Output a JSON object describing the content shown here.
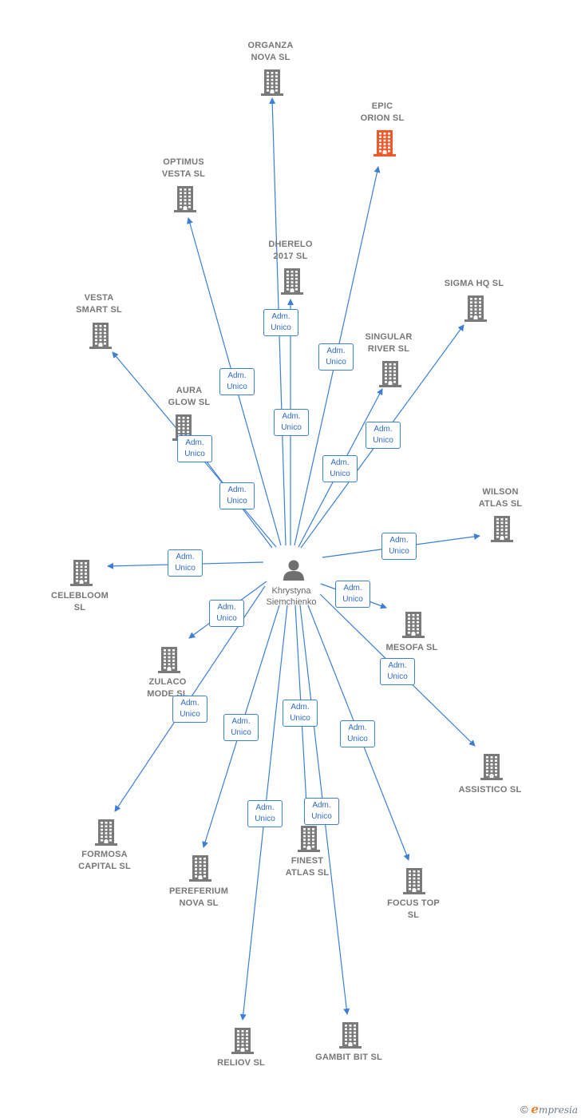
{
  "colors": {
    "edge": "#3b7fd6",
    "building": "#7a7a7a",
    "building_highlight": "#f05a28",
    "person": "#6f6f6f"
  },
  "center": {
    "name": "Khrystyna\nSiemchienko",
    "icon": "person-icon"
  },
  "nodes": [
    {
      "id": "organza",
      "label": "ORGANZA\nNOVA  SL",
      "highlight": false
    },
    {
      "id": "epic",
      "label": "EPIC\nORION  SL",
      "highlight": true
    },
    {
      "id": "optimus",
      "label": "OPTIMUS\nVESTA  SL",
      "highlight": false
    },
    {
      "id": "dherelo",
      "label": "DHERELO\n2017  SL",
      "highlight": false
    },
    {
      "id": "sigma",
      "label": "SIGMA HQ  SL",
      "highlight": false
    },
    {
      "id": "vesta",
      "label": "VESTA\nSMART  SL",
      "highlight": false
    },
    {
      "id": "singular",
      "label": "SINGULAR\nRIVER  SL",
      "highlight": false
    },
    {
      "id": "aura",
      "label": "AURA\nGLOW  SL",
      "highlight": false
    },
    {
      "id": "wilson",
      "label": "WILSON\nATLAS  SL",
      "highlight": false
    },
    {
      "id": "celebloom",
      "label": "CELEBLOOM\nSL",
      "highlight": false
    },
    {
      "id": "mesofa",
      "label": "MESOFA  SL",
      "highlight": false
    },
    {
      "id": "zulaco",
      "label": "ZULACO\nMODE  SL",
      "highlight": false
    },
    {
      "id": "assistico",
      "label": "ASSISTICO  SL",
      "highlight": false
    },
    {
      "id": "formosa",
      "label": "FORMOSA\nCAPITAL  SL",
      "highlight": false
    },
    {
      "id": "finest",
      "label": "FINEST\nATLAS  SL",
      "highlight": false
    },
    {
      "id": "pereferium",
      "label": "PEREFERIUM\nNOVA  SL",
      "highlight": false
    },
    {
      "id": "focus",
      "label": "FOCUS TOP\nSL",
      "highlight": false
    },
    {
      "id": "reliov",
      "label": "RELIOV  SL",
      "highlight": false
    },
    {
      "id": "gambit",
      "label": "GAMBIT BIT  SL",
      "highlight": false
    }
  ],
  "edges": [
    {
      "to": "organza",
      "label": "Adm.\nUnico"
    },
    {
      "to": "epic",
      "label": "Adm.\nUnico"
    },
    {
      "to": "optimus",
      "label": "Adm.\nUnico"
    },
    {
      "to": "dherelo",
      "label": "Adm.\nUnico"
    },
    {
      "to": "sigma",
      "label": "Adm.\nUnico"
    },
    {
      "to": "vesta",
      "label": "Adm.\nUnico"
    },
    {
      "to": "singular",
      "label": "Adm.\nUnico"
    },
    {
      "to": "aura",
      "label": "Adm.\nUnico"
    },
    {
      "to": "wilson",
      "label": "Adm.\nUnico"
    },
    {
      "to": "celebloom",
      "label": "Adm.\nUnico"
    },
    {
      "to": "mesofa",
      "label": "Adm.\nUnico"
    },
    {
      "to": "zulaco",
      "label": "Adm.\nUnico"
    },
    {
      "to": "assistico",
      "label": "Adm.\nUnico"
    },
    {
      "to": "formosa",
      "label": "Adm.\nUnico"
    },
    {
      "to": "finest",
      "label": "Adm.\nUnico"
    },
    {
      "to": "pereferium",
      "label": "Adm.\nUnico"
    },
    {
      "to": "focus",
      "label": "Adm.\nUnico"
    },
    {
      "to": "reliov",
      "label": "Adm.\nUnico"
    },
    {
      "to": "gambit",
      "label": "Adm.\nUnico"
    }
  ],
  "footer": {
    "copyright": "©",
    "brand_initial": "e",
    "brand_rest": "mpresia"
  }
}
